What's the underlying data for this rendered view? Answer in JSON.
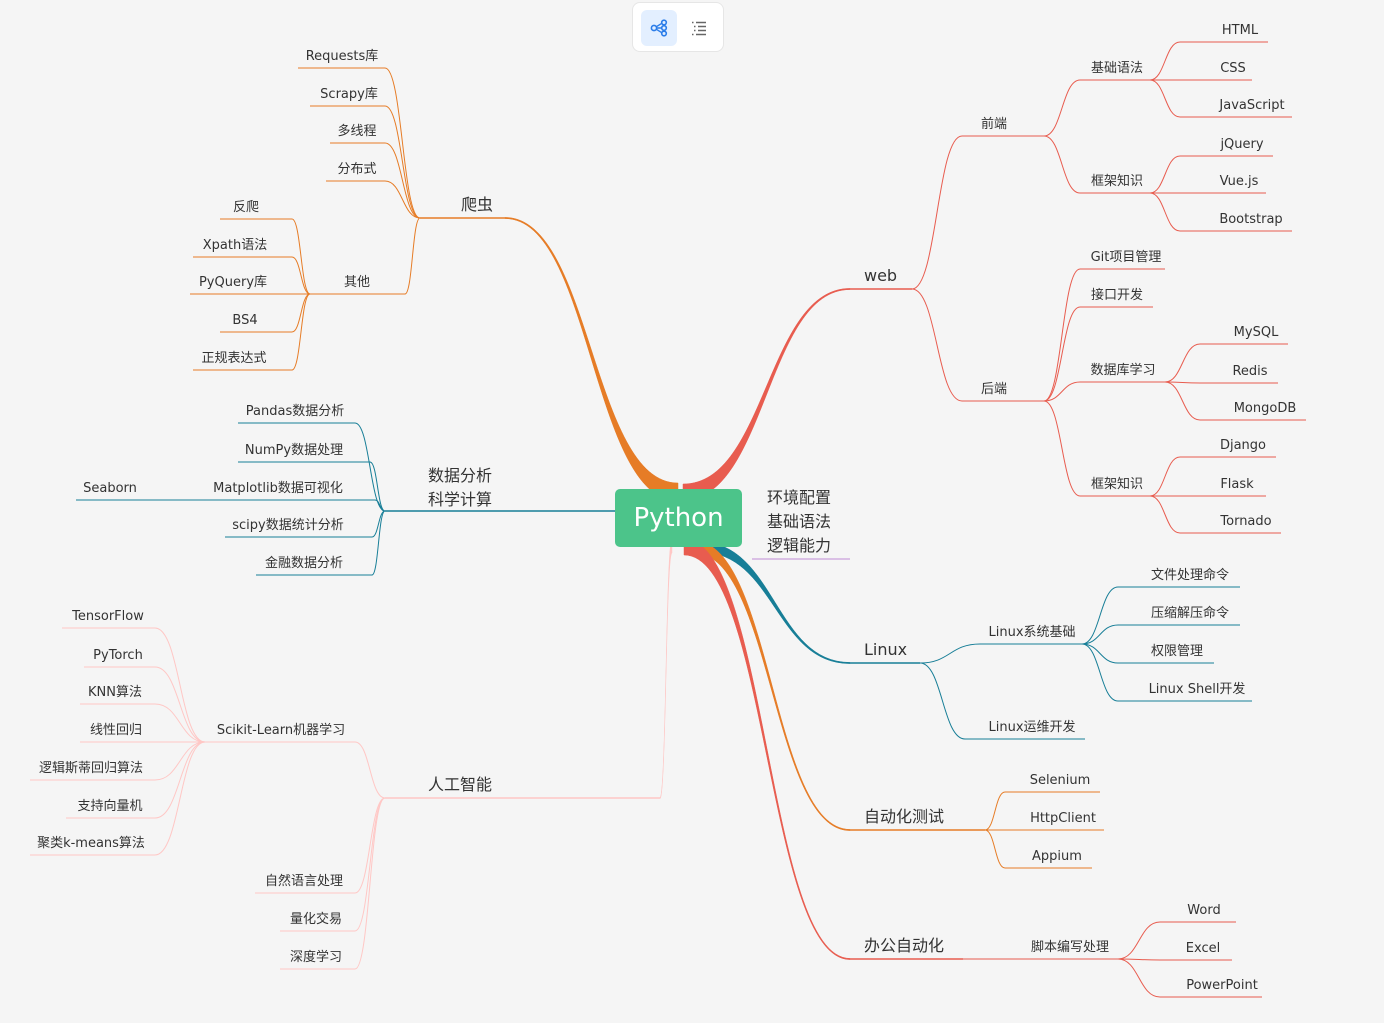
{
  "toolbar": {
    "mindmap_icon": "mindmap-icon",
    "outline_icon": "outline-list-icon"
  },
  "root": {
    "label": "Python",
    "color": "#4cc48a"
  },
  "root_note": {
    "lines": [
      "环境配置",
      "基础语法",
      "逻辑能力"
    ]
  },
  "branches": [
    {
      "label": "爬虫",
      "color": "#e67c26",
      "children": [
        {
          "label": "Requests库"
        },
        {
          "label": "Scrapy库"
        },
        {
          "label": "多线程"
        },
        {
          "label": "分布式"
        },
        {
          "label": "其他",
          "children": [
            {
              "label": "反爬"
            },
            {
              "label": "Xpath语法"
            },
            {
              "label": "PyQuery库"
            },
            {
              "label": "BS4"
            },
            {
              "label": "正规表达式"
            }
          ]
        }
      ]
    },
    {
      "label": "数据分析科学计算",
      "lines": [
        "数据分析",
        "科学计算"
      ],
      "color": "#177e97",
      "children": [
        {
          "label": "Pandas数据分析"
        },
        {
          "label": "NumPy数据处理"
        },
        {
          "label": "Matplotlib数据可视化",
          "children": [
            {
              "label": "Seaborn"
            }
          ]
        },
        {
          "label": "scipy数据统计分析"
        },
        {
          "label": "金融数据分析"
        }
      ]
    },
    {
      "label": "人工智能",
      "color": "#ffc7c5",
      "children": [
        {
          "label": "Scikit-Learn机器学习",
          "children": [
            {
              "label": "TensorFlow"
            },
            {
              "label": "PyTorch"
            },
            {
              "label": "KNN算法"
            },
            {
              "label": "线性回归"
            },
            {
              "label": "逻辑斯蒂回归算法"
            },
            {
              "label": "支持向量机"
            },
            {
              "label": "聚类k-means算法"
            }
          ]
        },
        {
          "label": "自然语言处理"
        },
        {
          "label": "量化交易"
        },
        {
          "label": "深度学习"
        }
      ]
    },
    {
      "label": "web",
      "color": "#e85c4f",
      "children": [
        {
          "label": "前端",
          "children": [
            {
              "label": "基础语法",
              "children": [
                {
                  "label": "HTML"
                },
                {
                  "label": "CSS"
                },
                {
                  "label": "JavaScript"
                }
              ]
            },
            {
              "label": "框架知识",
              "children": [
                {
                  "label": "jQuery"
                },
                {
                  "label": "Vue.js"
                },
                {
                  "label": "Bootstrap"
                }
              ]
            }
          ]
        },
        {
          "label": "后端",
          "children": [
            {
              "label": "Git项目管理"
            },
            {
              "label": "接口开发"
            },
            {
              "label": "数据库学习",
              "children": [
                {
                  "label": "MySQL"
                },
                {
                  "label": "Redis"
                },
                {
                  "label": "MongoDB"
                }
              ]
            },
            {
              "label": "框架知识",
              "children": [
                {
                  "label": "Django"
                },
                {
                  "label": "Flask"
                },
                {
                  "label": "Tornado"
                }
              ]
            }
          ]
        }
      ]
    },
    {
      "label": "Linux",
      "color": "#177e97",
      "children": [
        {
          "label": "Linux系统基础",
          "children": [
            {
              "label": "文件处理命令"
            },
            {
              "label": "压缩解压命令"
            },
            {
              "label": "权限管理"
            },
            {
              "label": "Linux Shell开发"
            }
          ]
        },
        {
          "label": "Linux运维开发"
        }
      ]
    },
    {
      "label": "自动化测试",
      "color": "#e67c26",
      "children": [
        {
          "label": "Selenium"
        },
        {
          "label": "HttpClient"
        },
        {
          "label": "Appium"
        }
      ]
    },
    {
      "label": "办公自动化",
      "color": "#e85c4f",
      "children": [
        {
          "label": "脚本编写处理",
          "children": [
            {
              "label": "Word"
            },
            {
              "label": "Excel"
            },
            {
              "label": "PowerPoint"
            }
          ]
        }
      ]
    }
  ]
}
